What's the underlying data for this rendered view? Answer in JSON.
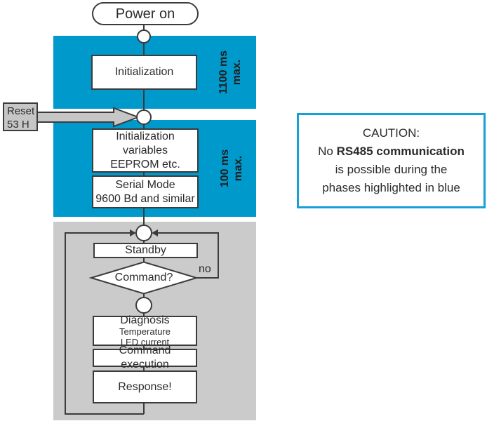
{
  "flowchart": {
    "start_label": "Power on",
    "reset_note": {
      "line1": "Reset",
      "line2": "53 H"
    },
    "phase_init": {
      "box_initialization": "Initialization",
      "duration_line1": "1100 ms",
      "duration_line2": "max."
    },
    "phase_setup": {
      "box_init_vars_line1": "Initialization",
      "box_init_vars_line2": "variables",
      "box_init_vars_line3": "EEPROM etc.",
      "box_serial_line1": "Serial Mode",
      "box_serial_line2": "9600 Bd and similar",
      "duration_line1": "100 ms",
      "duration_line2": "max."
    },
    "loop": {
      "box_standby": "Standby",
      "decision_command": "Command?",
      "decision_no_label": "no",
      "box_diagnosis_title": "Diagnosis",
      "box_diagnosis_line2": "Temperature",
      "box_diagnosis_line3": "LED current",
      "box_command_execution": "Command execution",
      "box_response": "Response!"
    }
  },
  "caution": {
    "title": "CAUTION:",
    "line2_prefix": "No ",
    "line2_bold": "RS485 communication",
    "line3": "is possible during the",
    "line4": "phases highlighted in blue"
  },
  "colors": {
    "highlight_blue": "#0099cc",
    "loop_gray": "#cbcbcb",
    "reset_gray": "#c6c6c6",
    "line_dark": "#3b3b3b",
    "caution_border_blue": "#14a0d8"
  }
}
